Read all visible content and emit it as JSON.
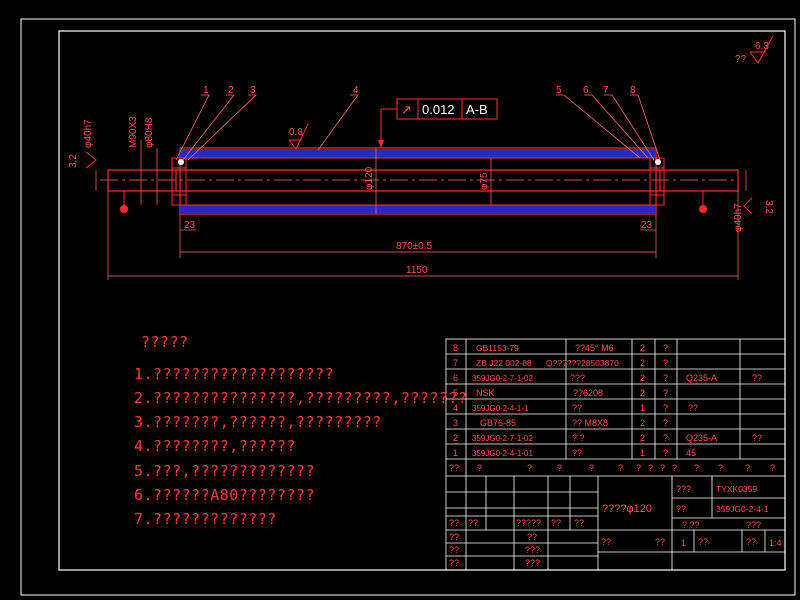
{
  "colors": {
    "background": "#000000",
    "frame": "#ffffff",
    "geometry": "#ff2a2a",
    "dimension": "#ff6a6a",
    "hatch": "#5a5cff",
    "text": "#ff5050"
  },
  "corner_roughness": {
    "prefix": "??",
    "value": "6.3"
  },
  "tolerance_frame": {
    "symbol": "↗",
    "value": "0.012",
    "datum": "A-B"
  },
  "balloons": [
    "1",
    "2",
    "3",
    "4",
    "5",
    "6",
    "7",
    "8"
  ],
  "dimensions": {
    "shaft_left": "φ40h7",
    "thread": "M90X3",
    "bore": "φ80H8",
    "outer_dia": "φ120",
    "inner_dia": "φ75",
    "shaft_right": "φ40h7",
    "roughness_left": "3.2",
    "roughness_right": "3.2",
    "roughness_top": "0.8",
    "end_left": "23",
    "end_right": "23",
    "body_length": "870±0.5",
    "total_length": "1150"
  },
  "notes": {
    "title": "?????",
    "items": [
      "1.???????????????????",
      "2.???????????????,?????????,???????",
      "3.???????,??????,?????????",
      "4.????????,??????",
      "5.???,?????????????",
      "6.??????A80????????",
      "7.?????????????"
    ]
  },
  "bom": {
    "rows": [
      {
        "no": "8",
        "code": "GB1153-79",
        "name": "??45° M6",
        "qty": "2",
        "c5": "?",
        "mat": "",
        "c7": ""
      },
      {
        "no": "7",
        "code": "ZB J22 002-88",
        "name": "Q??????28503870",
        "qty": "2",
        "c5": "?",
        "mat": "",
        "c7": ""
      },
      {
        "no": "6",
        "code": "359JG0-2-7-1-02",
        "name": "???",
        "qty": "2",
        "c5": "?",
        "mat": "Q235-A",
        "c7": "??"
      },
      {
        "no": "5",
        "code": "NSK",
        "name": "??6208",
        "qty": "2",
        "c5": "?",
        "mat": "",
        "c7": ""
      },
      {
        "no": "4",
        "code": "359JG0-2-4-1-1",
        "name": "??",
        "qty": "1",
        "c5": "?",
        "mat": "??",
        "c7": ""
      },
      {
        "no": "3",
        "code": "GB76-85",
        "name": "?? M8X8",
        "qty": "2",
        "c5": "?",
        "mat": "",
        "c7": ""
      },
      {
        "no": "2",
        "code": "359JG0-2-7-1-02",
        "name": "?   ?",
        "qty": "2",
        "c5": "?",
        "mat": "Q235-A",
        "c7": "??"
      },
      {
        "no": "1",
        "code": "359JG0-2-4-1-01",
        "name": "??",
        "qty": "1",
        "c5": "?",
        "mat": "45",
        "c7": ""
      }
    ],
    "header": [
      "??",
      "?",
      "?",
      "?",
      "?",
      "?",
      "?",
      "?",
      "?",
      "?",
      "?",
      "?",
      "?",
      "?"
    ]
  },
  "title_block": {
    "part_name": "????φ120",
    "label_company": "???",
    "company": "TYXK0359",
    "label_drawing": "??",
    "drawing_no": "359JG0-2-4-1",
    "row_mid": [
      "??",
      "??",
      "?????",
      "??",
      "??"
    ],
    "small_cells": [
      "??",
      "??",
      "???",
      "??",
      "??",
      "???"
    ],
    "stage_labels": [
      "? ??",
      "???"
    ],
    "bottom": {
      "a": "??",
      "b": "??",
      "c": "1",
      "d": "??",
      "e": "??",
      "scale": "1:4"
    }
  }
}
